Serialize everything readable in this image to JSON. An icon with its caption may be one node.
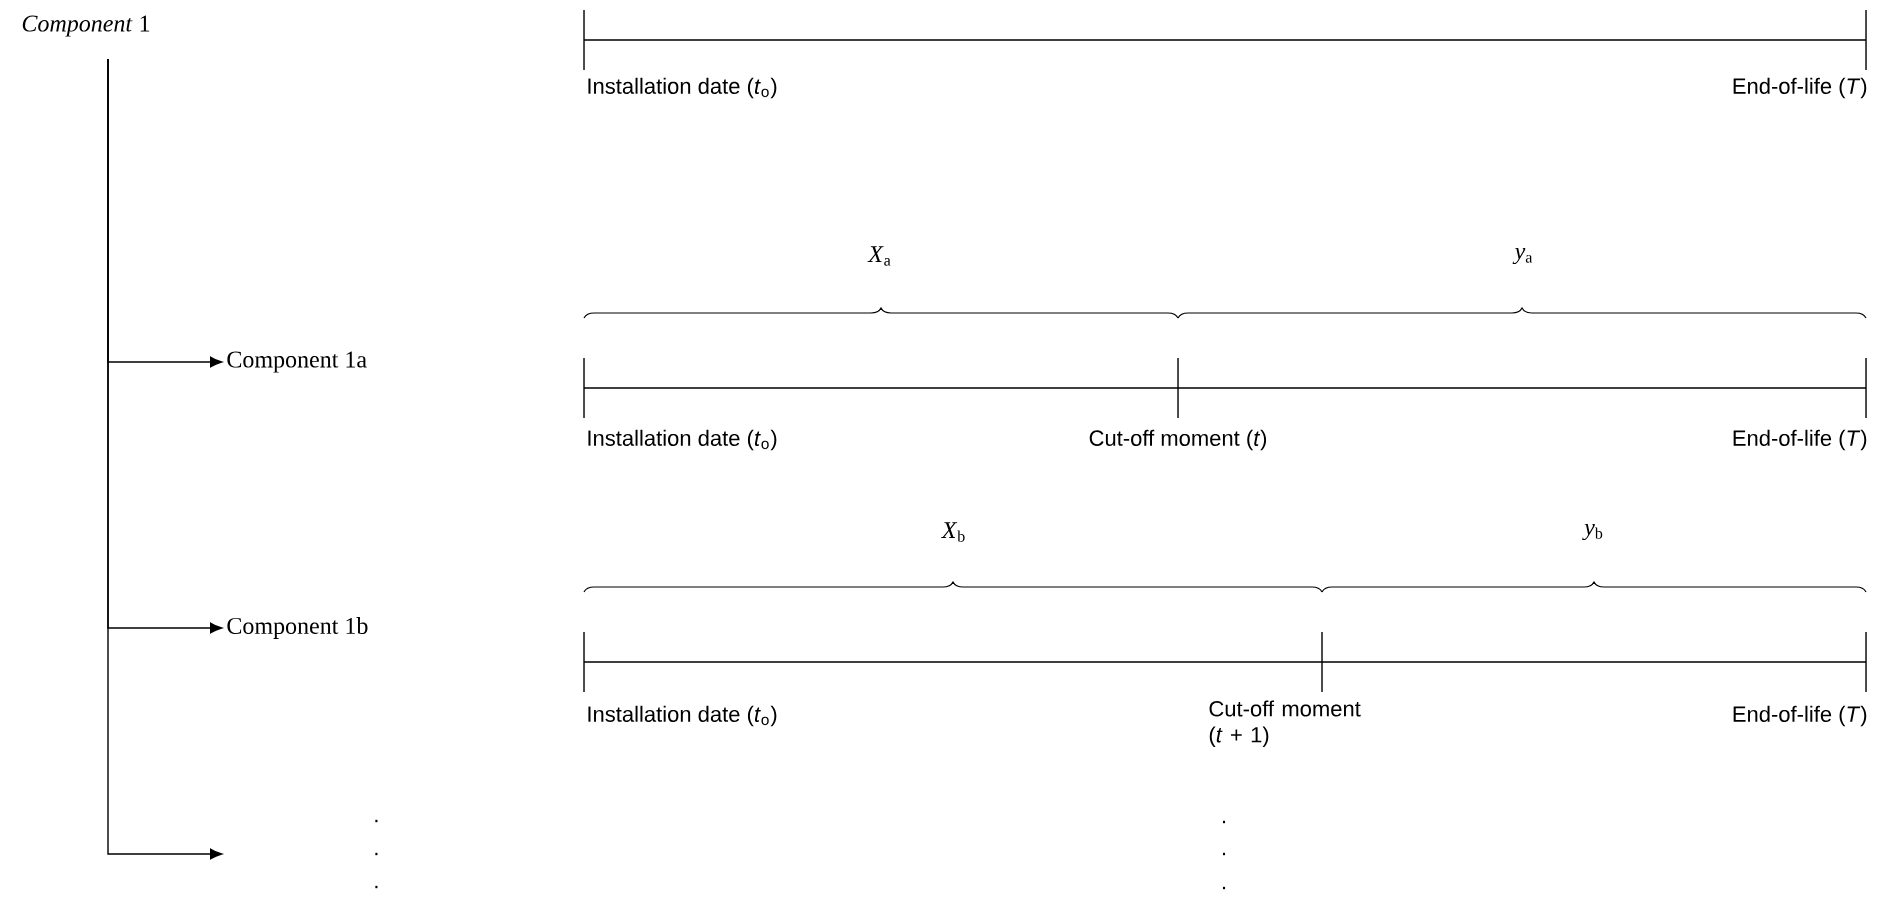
{
  "diagram": {
    "nodes": [
      {
        "text": [
          "*Component* 1"
        ]
      },
      {
        "text": [
          "Component 1a"
        ]
      },
      {
        "text": [
          "Component 1b"
        ]
      },
      {
        "text": [
          ".",
          ".",
          "."
        ]
      }
    ],
    "edges": [
      {
        "from": 0,
        "to": 1,
        "arrow": "to"
      },
      {
        "from": 0,
        "to": 2,
        "arrow": "to"
      },
      {
        "from": 0,
        "to": 3,
        "arrow": "to"
      }
    ],
    "labels": [
      "Installation date (*t*$_{o}$)",
      "End-of-life (*T*)",
      "*X*$_{a}$",
      "*y*$_{a}$",
      "Installation date (*t*$_{o}$)",
      "Cut-off moment (*t*)",
      "End-of-life (*T*)",
      "*X*$_{b}$",
      "*y*$_{b}$",
      "Installation date (*t*$_{o}$)",
      "Cut-off moment (*t* + 1)",
      "End-of-life (*T*)",
      ".",
      ".",
      "."
    ]
  }
}
